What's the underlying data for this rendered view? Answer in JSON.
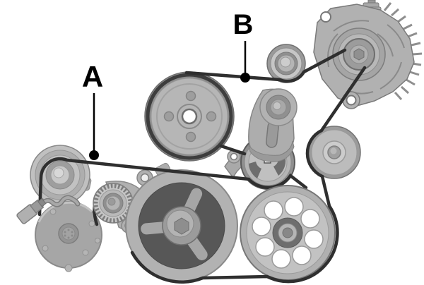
{
  "figure": {
    "kind": "engine-accessory-drive-belt-routing-diagram",
    "background_color": "#ffffff",
    "palette": {
      "belt": "#2f2f2f",
      "metal_light": "#c4c4c4",
      "metal_mid": "#aeaeae",
      "metal_dark": "#565656",
      "label": "#000000"
    },
    "labels": [
      {
        "id": "A",
        "text": "A"
      },
      {
        "id": "B",
        "text": "B"
      }
    ],
    "components": [
      {
        "name": "alternator"
      },
      {
        "name": "alternator-pulley"
      },
      {
        "name": "upper-idler-pulley"
      },
      {
        "name": "power-steering-pump-pulley"
      },
      {
        "name": "belt-tensioner-arm"
      },
      {
        "name": "tensioner-pulley"
      },
      {
        "name": "right-idler-pulley"
      },
      {
        "name": "crankshaft-pulley"
      },
      {
        "name": "water-pump-pulley"
      },
      {
        "name": "grooved-idler-pulley"
      },
      {
        "name": "left-idler-pulley"
      },
      {
        "name": "ac-compressor"
      },
      {
        "name": "ac-compressor-fitting"
      },
      {
        "name": "belt-A"
      },
      {
        "name": "belt-B"
      }
    ]
  }
}
